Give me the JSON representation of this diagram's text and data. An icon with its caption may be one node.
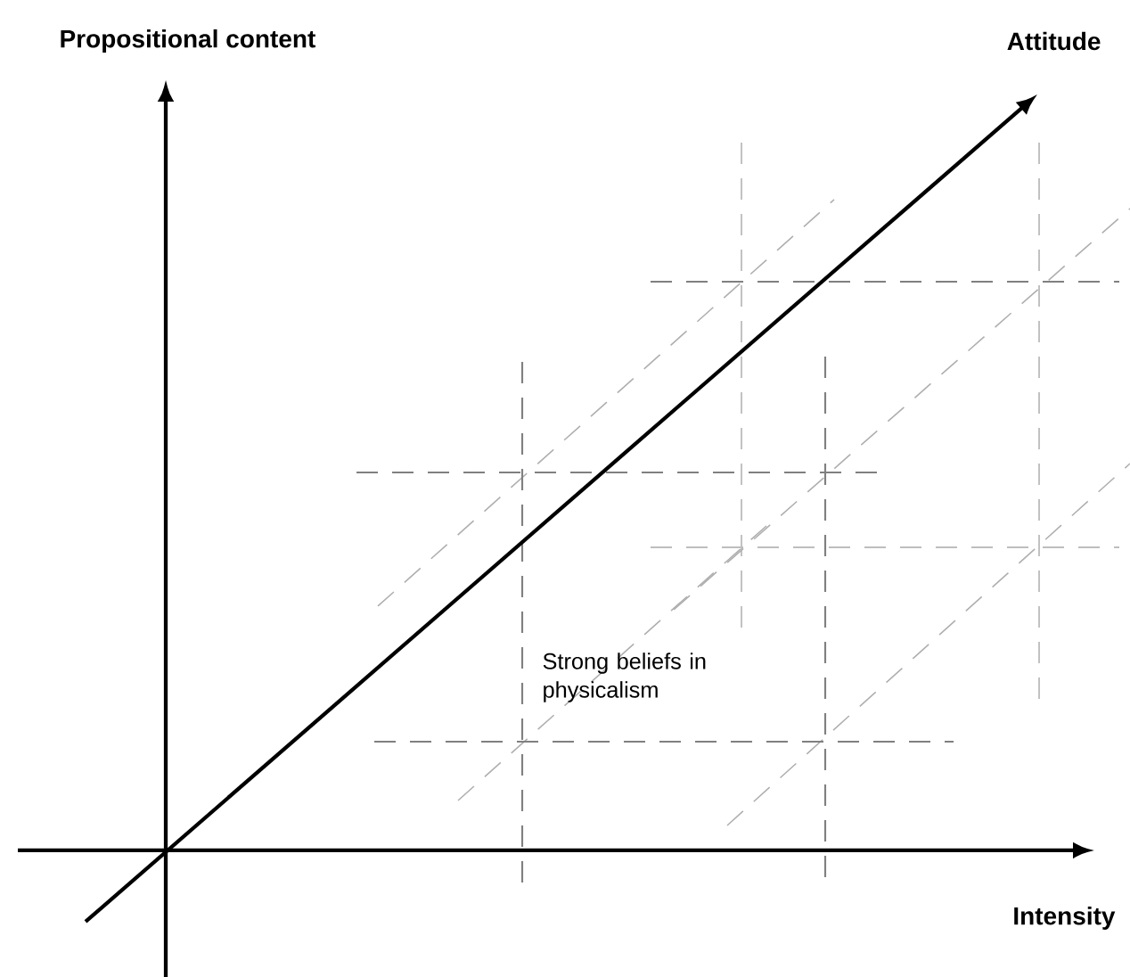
{
  "diagram": {
    "labels": [
      "Propositional content",
      "Attitude",
      "Strong beliefs in physicalism",
      "Intensity"
    ]
  }
}
